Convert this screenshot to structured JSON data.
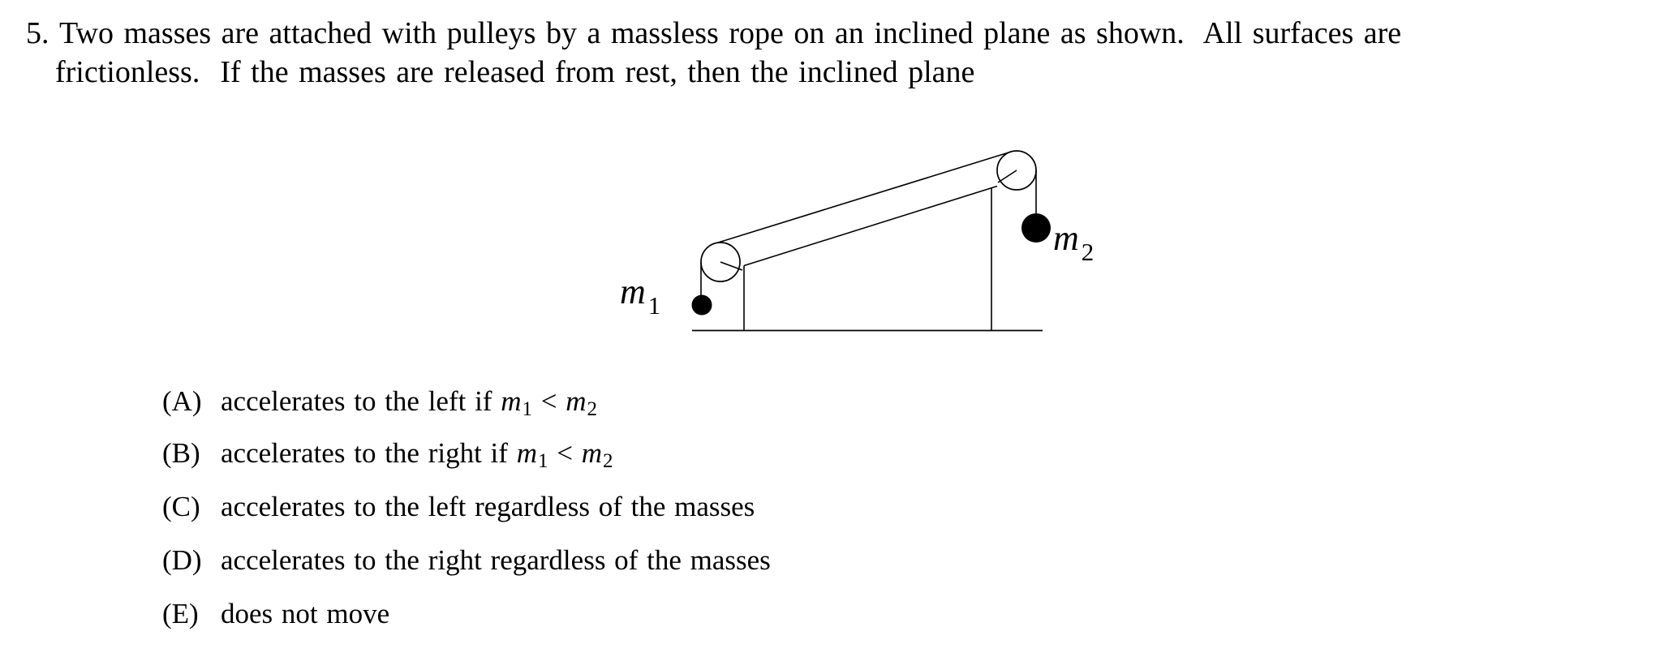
{
  "page": {
    "ink_color": "#000000",
    "paper_color": "#ffffff"
  },
  "question": {
    "number": "5.",
    "line1": "Two masses are attached with pulleys by a massless rope on an inclined plane as shown.  All surfaces are",
    "line2": "frictionless.  If the masses are released from rest, then the inclined plane"
  },
  "diagram": {
    "m1_label": {
      "base": "m",
      "sub": "1"
    },
    "m2_label": {
      "base": "m",
      "sub": "2"
    }
  },
  "choices": [
    {
      "label": "(A)",
      "segments": [
        {
          "text": "accelerates to the left if "
        },
        {
          "math": "m",
          "sub": "1"
        },
        {
          "text": " < "
        },
        {
          "math": "m",
          "sub": "2"
        }
      ]
    },
    {
      "label": "(B)",
      "segments": [
        {
          "text": "accelerates to the right if "
        },
        {
          "math": "m",
          "sub": "1"
        },
        {
          "text": " < "
        },
        {
          "math": "m",
          "sub": "2"
        }
      ]
    },
    {
      "label": "(C)",
      "segments": [
        {
          "text": "accelerates to the left regardless of the masses"
        }
      ]
    },
    {
      "label": "(D)",
      "segments": [
        {
          "text": "accelerates to the right regardless of the masses"
        }
      ]
    },
    {
      "label": "(E)",
      "segments": [
        {
          "text": "does not move"
        }
      ]
    }
  ]
}
